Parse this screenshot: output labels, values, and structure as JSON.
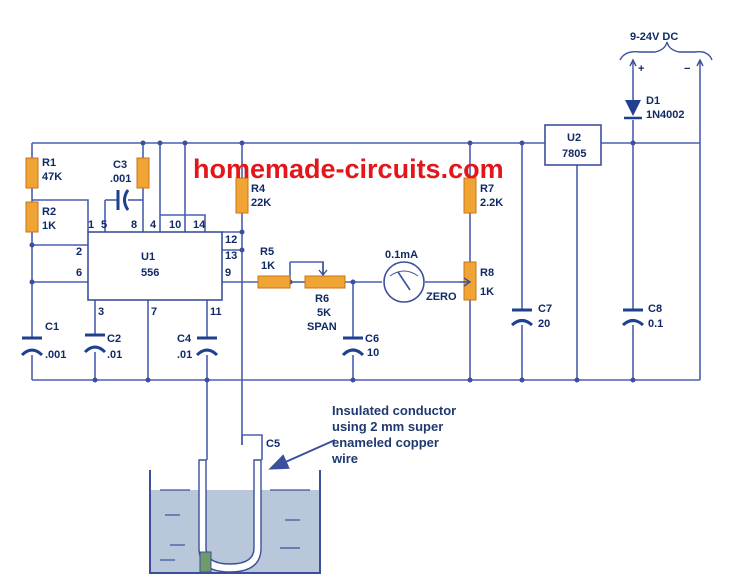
{
  "watermark": "homemade-circuits.com",
  "colors": {
    "wire": "#4a5fb0",
    "resistor": "#f0a433",
    "capacitor": "#1f3f8f",
    "watermark": "#e3161c",
    "water": "#b8c7d9"
  },
  "supply": {
    "label": "9-24V DC",
    "plus": "+",
    "minus": "−"
  },
  "components": {
    "R1": {
      "ref": "R1",
      "value": "47K"
    },
    "R2": {
      "ref": "R2",
      "value": "1K"
    },
    "R4": {
      "ref": "R4",
      "value": "22K"
    },
    "R5": {
      "ref": "R5",
      "value": "1K"
    },
    "R6": {
      "ref": "R6",
      "value": "5K",
      "extra": "SPAN"
    },
    "R7": {
      "ref": "R7",
      "value": "2.2K"
    },
    "R8": {
      "ref": "R8",
      "value": "1K",
      "extra": "ZERO"
    },
    "C1": {
      "ref": "C1",
      "value": ".001"
    },
    "C2": {
      "ref": "C2",
      "value": ".01"
    },
    "C3": {
      "ref": "C3",
      "value": ".001"
    },
    "C4": {
      "ref": "C4",
      "value": ".01"
    },
    "C5": {
      "ref": "C5"
    },
    "C6": {
      "ref": "C6",
      "value": "10"
    },
    "C7": {
      "ref": "C7",
      "value": "20"
    },
    "C8": {
      "ref": "C8",
      "value": "0.1"
    },
    "U1": {
      "ref": "U1",
      "value": "556"
    },
    "U2": {
      "ref": "U2",
      "value": "7805"
    },
    "D1": {
      "ref": "D1",
      "value": "1N4002"
    },
    "meter": {
      "value": "0.1mA"
    }
  },
  "pins": {
    "p1": "1",
    "p2": "2",
    "p5": "5",
    "p6": "6",
    "p8": "8",
    "p4": "4",
    "p10": "10",
    "p14": "14",
    "p12": "12",
    "p13": "13",
    "p9": "9",
    "p3": "3",
    "p7": "7",
    "p11": "11"
  },
  "annotation": {
    "line1": "Insulated conductor",
    "line2": "using 2 mm super",
    "line3": "enameled copper",
    "line4": "wire"
  }
}
